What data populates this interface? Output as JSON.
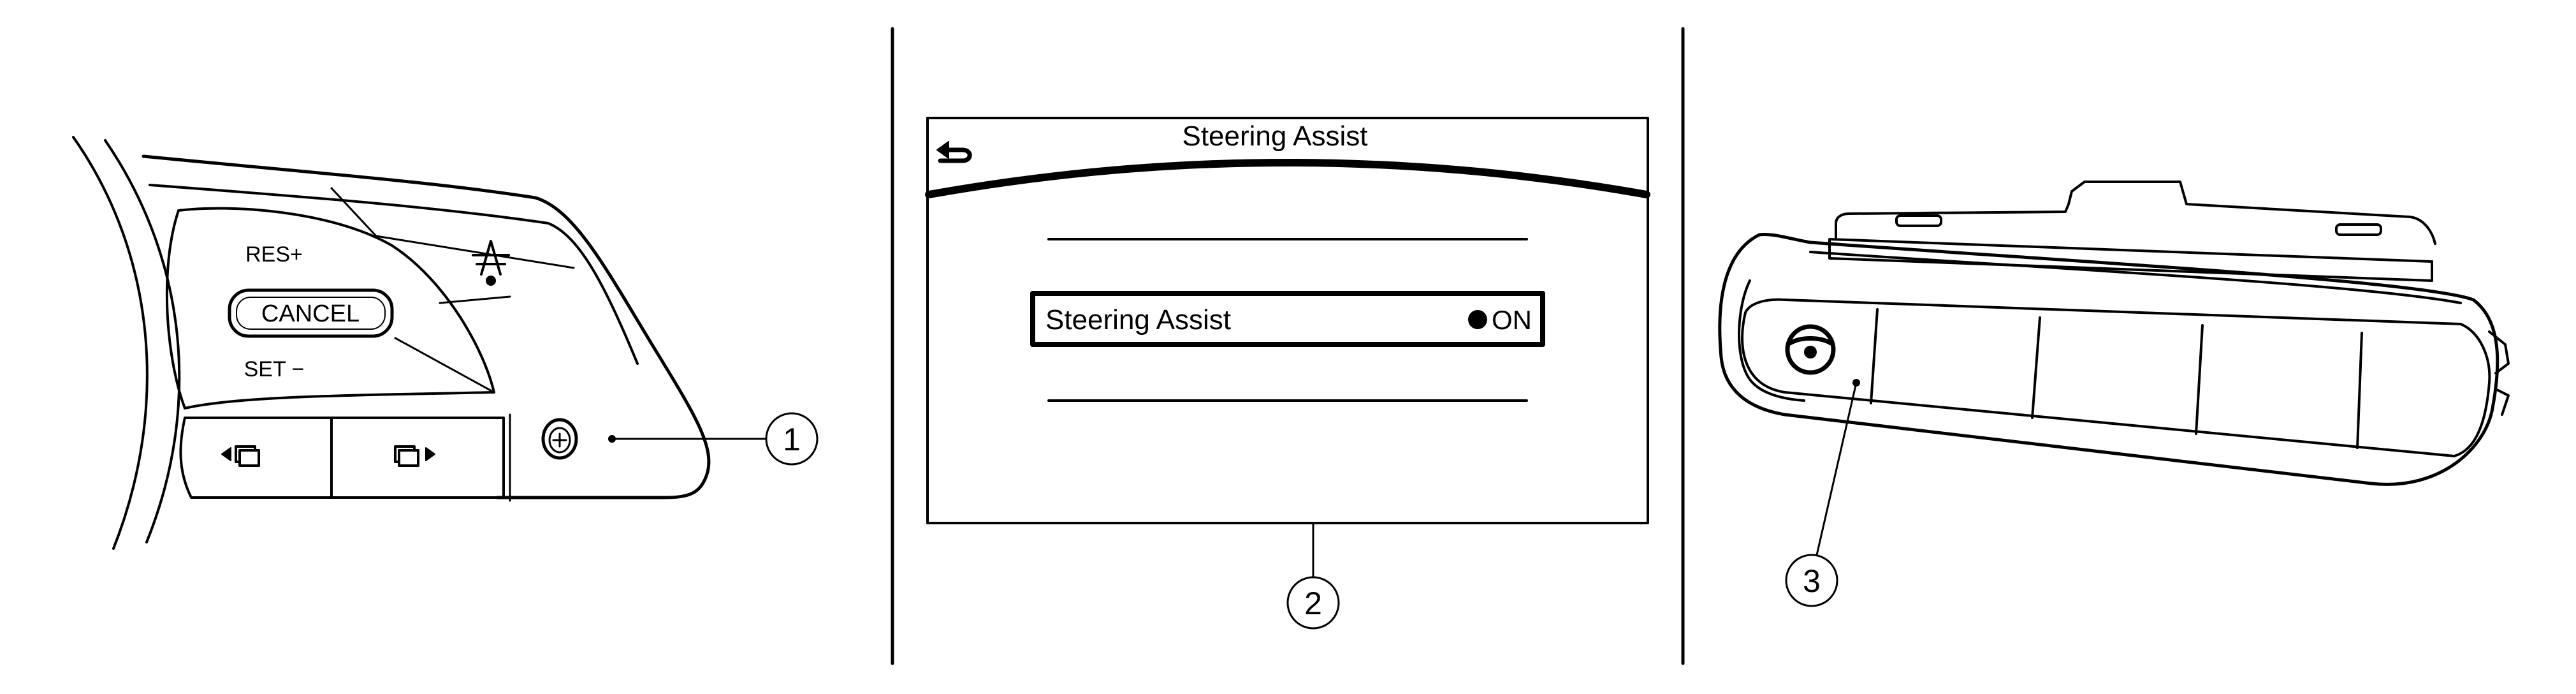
{
  "panel_left": {
    "res_label": "RES+",
    "cancel_label": "CANCEL",
    "set_label": "SET −",
    "callout": "1"
  },
  "panel_middle": {
    "screen_title": "Steering Assist",
    "row_label": "Steering Assist",
    "row_value": "ON",
    "callout": "2"
  },
  "panel_right": {
    "callout": "3"
  }
}
